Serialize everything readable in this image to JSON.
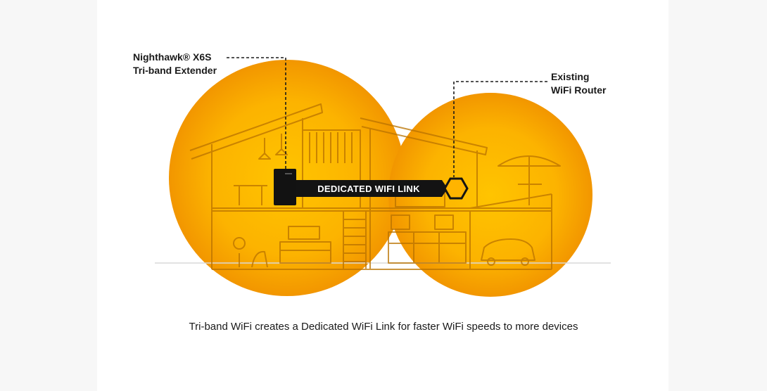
{
  "extender": {
    "line1": "Nighthawk® X6S",
    "line2": "Tri-band Extender"
  },
  "router": {
    "line1": "Existing",
    "line2": "WiFi Router"
  },
  "link_label": "DEDICATED WIFI LINK",
  "caption": "Tri-band WiFi creates a Dedicated WiFi Link for faster WiFi speeds to more devices",
  "colors": {
    "coverage_center": "#ffc200",
    "coverage_edge": "#f29400",
    "line_art": "#b86f00",
    "link_band": "#121212",
    "link_text": "#ffffff",
    "background": "#ffffff"
  },
  "icons": {
    "extender": "extender-device-icon",
    "router": "router-hexagon-icon"
  }
}
